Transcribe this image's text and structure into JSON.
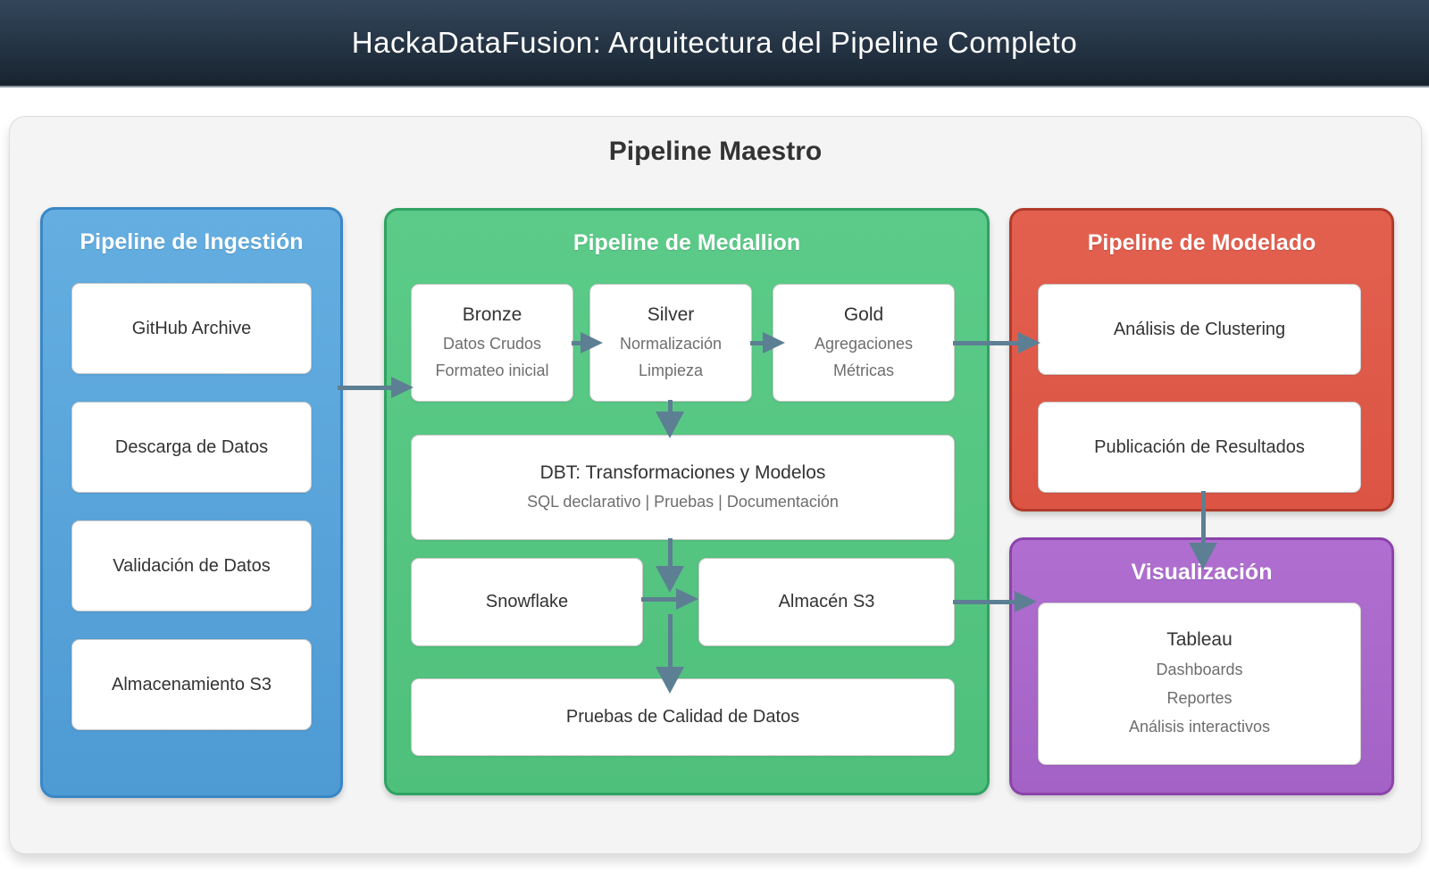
{
  "header": {
    "title": "HackaDataFusion: Arquitectura del Pipeline Completo"
  },
  "master": {
    "title": "Pipeline Maestro"
  },
  "ingestion": {
    "title": "Pipeline de Ingestión",
    "items": [
      "GitHub Archive",
      "Descarga de Datos",
      "Validación de Datos",
      "Almacenamiento S3"
    ]
  },
  "medallion": {
    "title": "Pipeline de Medallion",
    "stages": [
      {
        "title": "Bronze",
        "line1": "Datos Crudos",
        "line2": "Formateo inicial"
      },
      {
        "title": "Silver",
        "line1": "Normalización",
        "line2": "Limpieza"
      },
      {
        "title": "Gold",
        "line1": "Agregaciones",
        "line2": "Métricas"
      }
    ],
    "dbt": {
      "title": "DBT: Transformaciones y Modelos",
      "subtitle": "SQL declarativo | Pruebas | Documentación"
    },
    "warehouse": "Snowflake",
    "storage": "Almacén S3",
    "quality": "Pruebas de Calidad de Datos"
  },
  "modeling": {
    "title": "Pipeline de Modelado",
    "items": [
      "Análisis de Clustering",
      "Publicación de Resultados"
    ]
  },
  "visualization": {
    "title": "Visualización",
    "tool": {
      "title": "Tableau",
      "lines": [
        "Dashboards",
        "Reportes",
        "Análisis interactivos"
      ]
    }
  },
  "colors": {
    "header_top": "#33465b",
    "header_bottom": "#18232f",
    "ingestion_fill": "#4e9ad3",
    "ingestion_border": "#3a87c6",
    "medallion_fill": "#4fc07b",
    "medallion_border": "#30a263",
    "modeling_fill": "#dc5444",
    "modeling_border": "#b13b2b",
    "visualization_fill": "#a362c5",
    "visualization_border": "#8b43ab",
    "arrow": "#5d7f93",
    "canvas_fill": "#f4f4f4",
    "node_text": "#333333",
    "node_subtext": "#6e6e6e"
  }
}
